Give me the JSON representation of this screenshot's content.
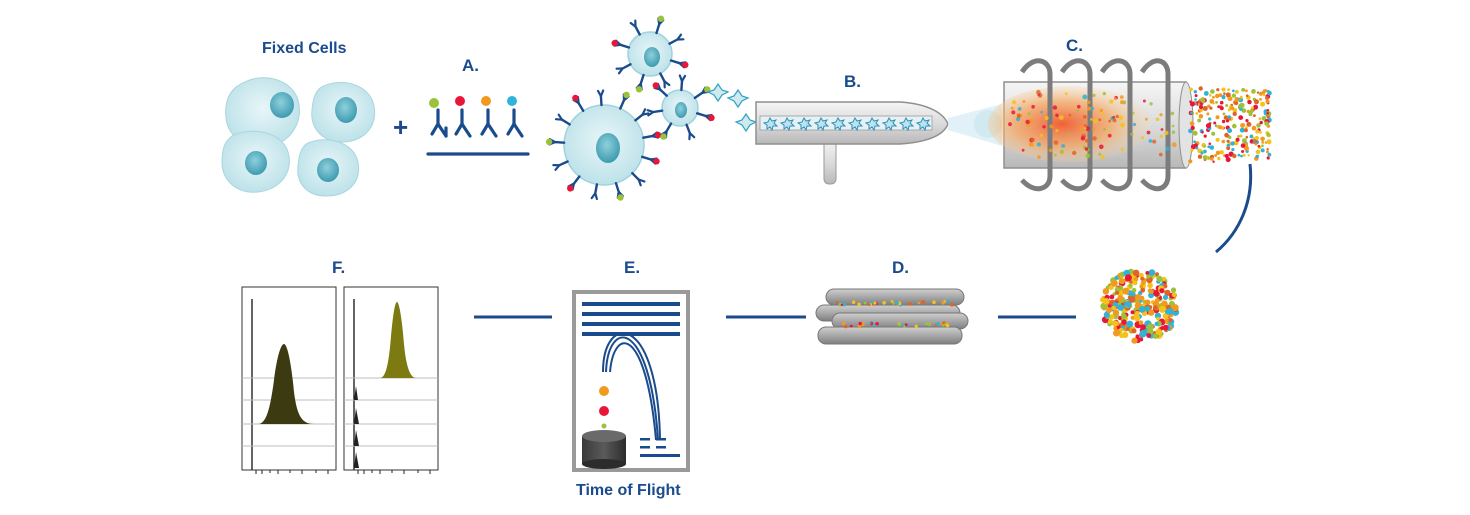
{
  "labels": {
    "fixed_cells": "Fixed Cells",
    "plus": "+",
    "step_a": "A.",
    "step_b": "B.",
    "step_c": "C.",
    "step_d": "D.",
    "step_e": "E.",
    "step_f": "F.",
    "time_of_flight": "Time of Flight"
  },
  "colors": {
    "brand_blue": "#1a4b8c",
    "cell_fill": "#cfe9ee",
    "cell_nucleus": "#5fb3c4",
    "tag_red": "#e8173a",
    "tag_orange": "#f29a1f",
    "tag_green": "#9cc23b",
    "tag_cyan": "#2fb3d8",
    "histogram_fill": "#3b3a10",
    "histogram_highlight": "#7d7a12",
    "plasma": "#f26a3c",
    "tube_gray": "#9a9a9a"
  },
  "icons": [
    "fixed-cell-icon",
    "antibody-icon",
    "labeled-cell-icon",
    "nebulizer-icon",
    "plasma-torch-icon",
    "ion-cloud-icon",
    "quadrupole-icon",
    "time-of-flight-icon",
    "histogram-panel-icon"
  ]
}
